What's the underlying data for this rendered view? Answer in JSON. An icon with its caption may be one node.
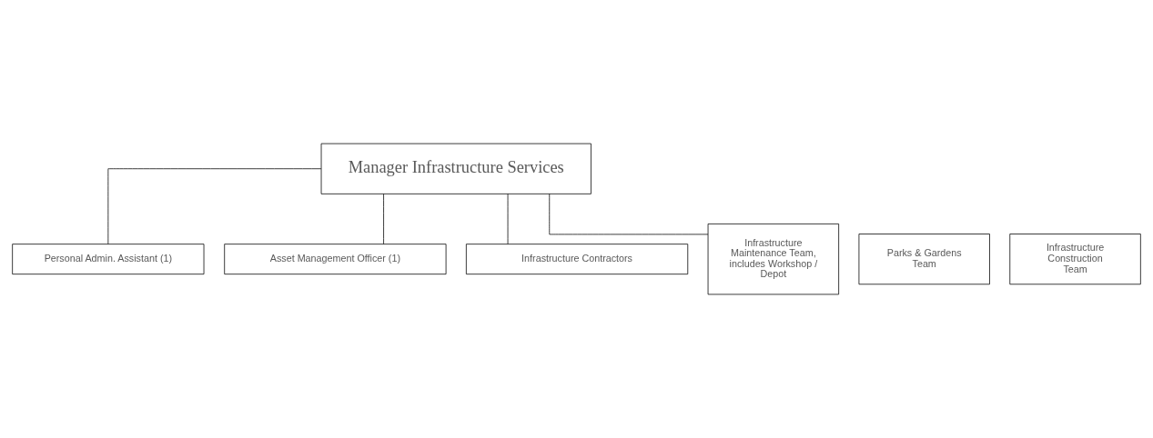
{
  "diagram": {
    "nodes": [
      {
        "text": [
          "Manager Infrastructure Services"
        ]
      },
      {
        "text": [
          "Personal Admin. Assistant (1)"
        ]
      },
      {
        "text": [
          "Asset Management Officer (1)"
        ]
      },
      {
        "text": [
          "Infrastructure Contractors"
        ]
      },
      {
        "text": [
          "Parks & Gardens Team"
        ]
      },
      {
        "text": [
          "Infrastructure Maintenance Team, includes Workshop / Depot"
        ]
      },
      {
        "text": [
          "Infrastructure Construction Team"
        ]
      }
    ],
    "edges": [
      {
        "from": 0,
        "to": 1,
        "arrow": "none"
      },
      {
        "from": 0,
        "to": 2,
        "arrow": "none"
      },
      {
        "from": 0,
        "to": 3,
        "arrow": "none"
      },
      {
        "from": 0,
        "to": 5,
        "arrow": "none"
      }
    ]
  }
}
